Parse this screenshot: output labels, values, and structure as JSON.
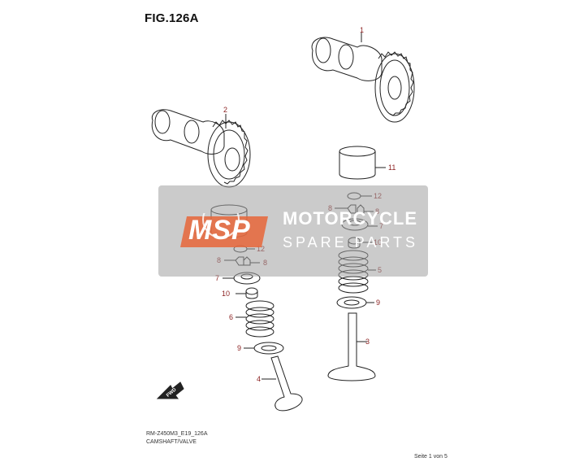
{
  "title": "FIG.126A",
  "footer": {
    "code": "RM-Z450M3_E19_126A",
    "caption": "CAMSHAFT/VALVE",
    "page": "Seite 1 von 5"
  },
  "watermark": {
    "logo": "MSP",
    "line1": "MOTORCYCLE",
    "line2": "SPARE PARTS"
  },
  "fwd_label": "FWD",
  "callouts": {
    "c1": "1",
    "c2": "2",
    "c3": "3",
    "c4": "4",
    "c5": "5",
    "c6": "6",
    "c7a": "7",
    "c7b": "7",
    "c8a": "8",
    "c8b": "8",
    "c8c": "8",
    "c8d": "8",
    "c9a": "9",
    "c9b": "9",
    "c10a": "10",
    "c10b": "10",
    "c11a": "11",
    "c11b": "11",
    "c12a": "12",
    "c12b": "12"
  },
  "colors": {
    "callout": "#8a1f1f",
    "line": "#222222",
    "watermark_logo": "#e8663a"
  }
}
